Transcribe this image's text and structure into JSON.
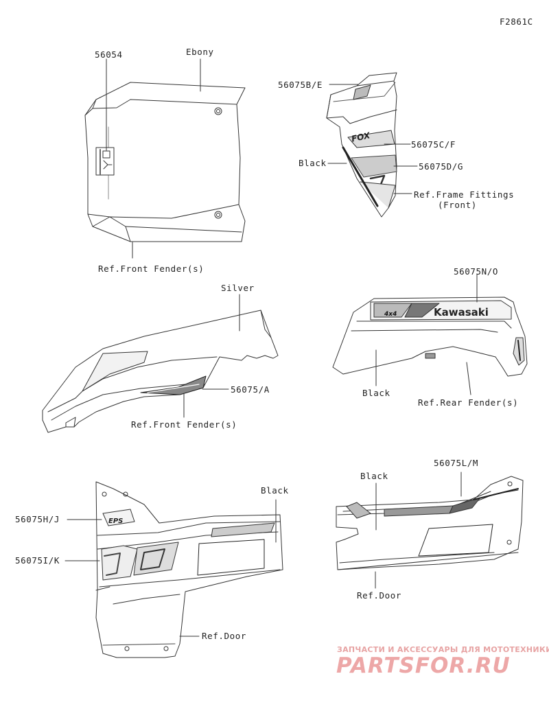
{
  "figure_code": "F2861C",
  "panels": {
    "front_fender_top": {
      "part_number": "56054",
      "color": "Ebony",
      "ref": "Ref.Front Fender(s)"
    },
    "frame_fittings": {
      "part_top": "56075B/E",
      "part_mid": "56075C/F",
      "color": "Black",
      "part_low": "56075D/G",
      "ref_line1": "Ref.Frame Fittings",
      "ref_line2": "(Front)",
      "decal_text": "FOX"
    },
    "front_fender_side": {
      "color": "Silver",
      "part_number": "56075/A",
      "ref": "Ref.Front Fender(s)"
    },
    "rear_fender": {
      "part_number": "56075N/O",
      "color": "Black",
      "ref": "Ref.Rear Fender(s)",
      "brand_text": "Kawasaki",
      "badge_text": "4x4"
    },
    "door_left": {
      "color": "Black",
      "part_upper": "56075H/J",
      "part_lower": "56075I/K",
      "ref": "Ref.Door",
      "badge_text": "EPS"
    },
    "door_right": {
      "color": "Black",
      "part_number": "56075L/M",
      "ref": "Ref.Door"
    }
  },
  "watermark": {
    "tagline": "ЗАПЧАСТИ И АКСЕССУАРЫ ДЛЯ МОТОТЕХНИКИ",
    "brand": "PARTSFOR.RU"
  }
}
